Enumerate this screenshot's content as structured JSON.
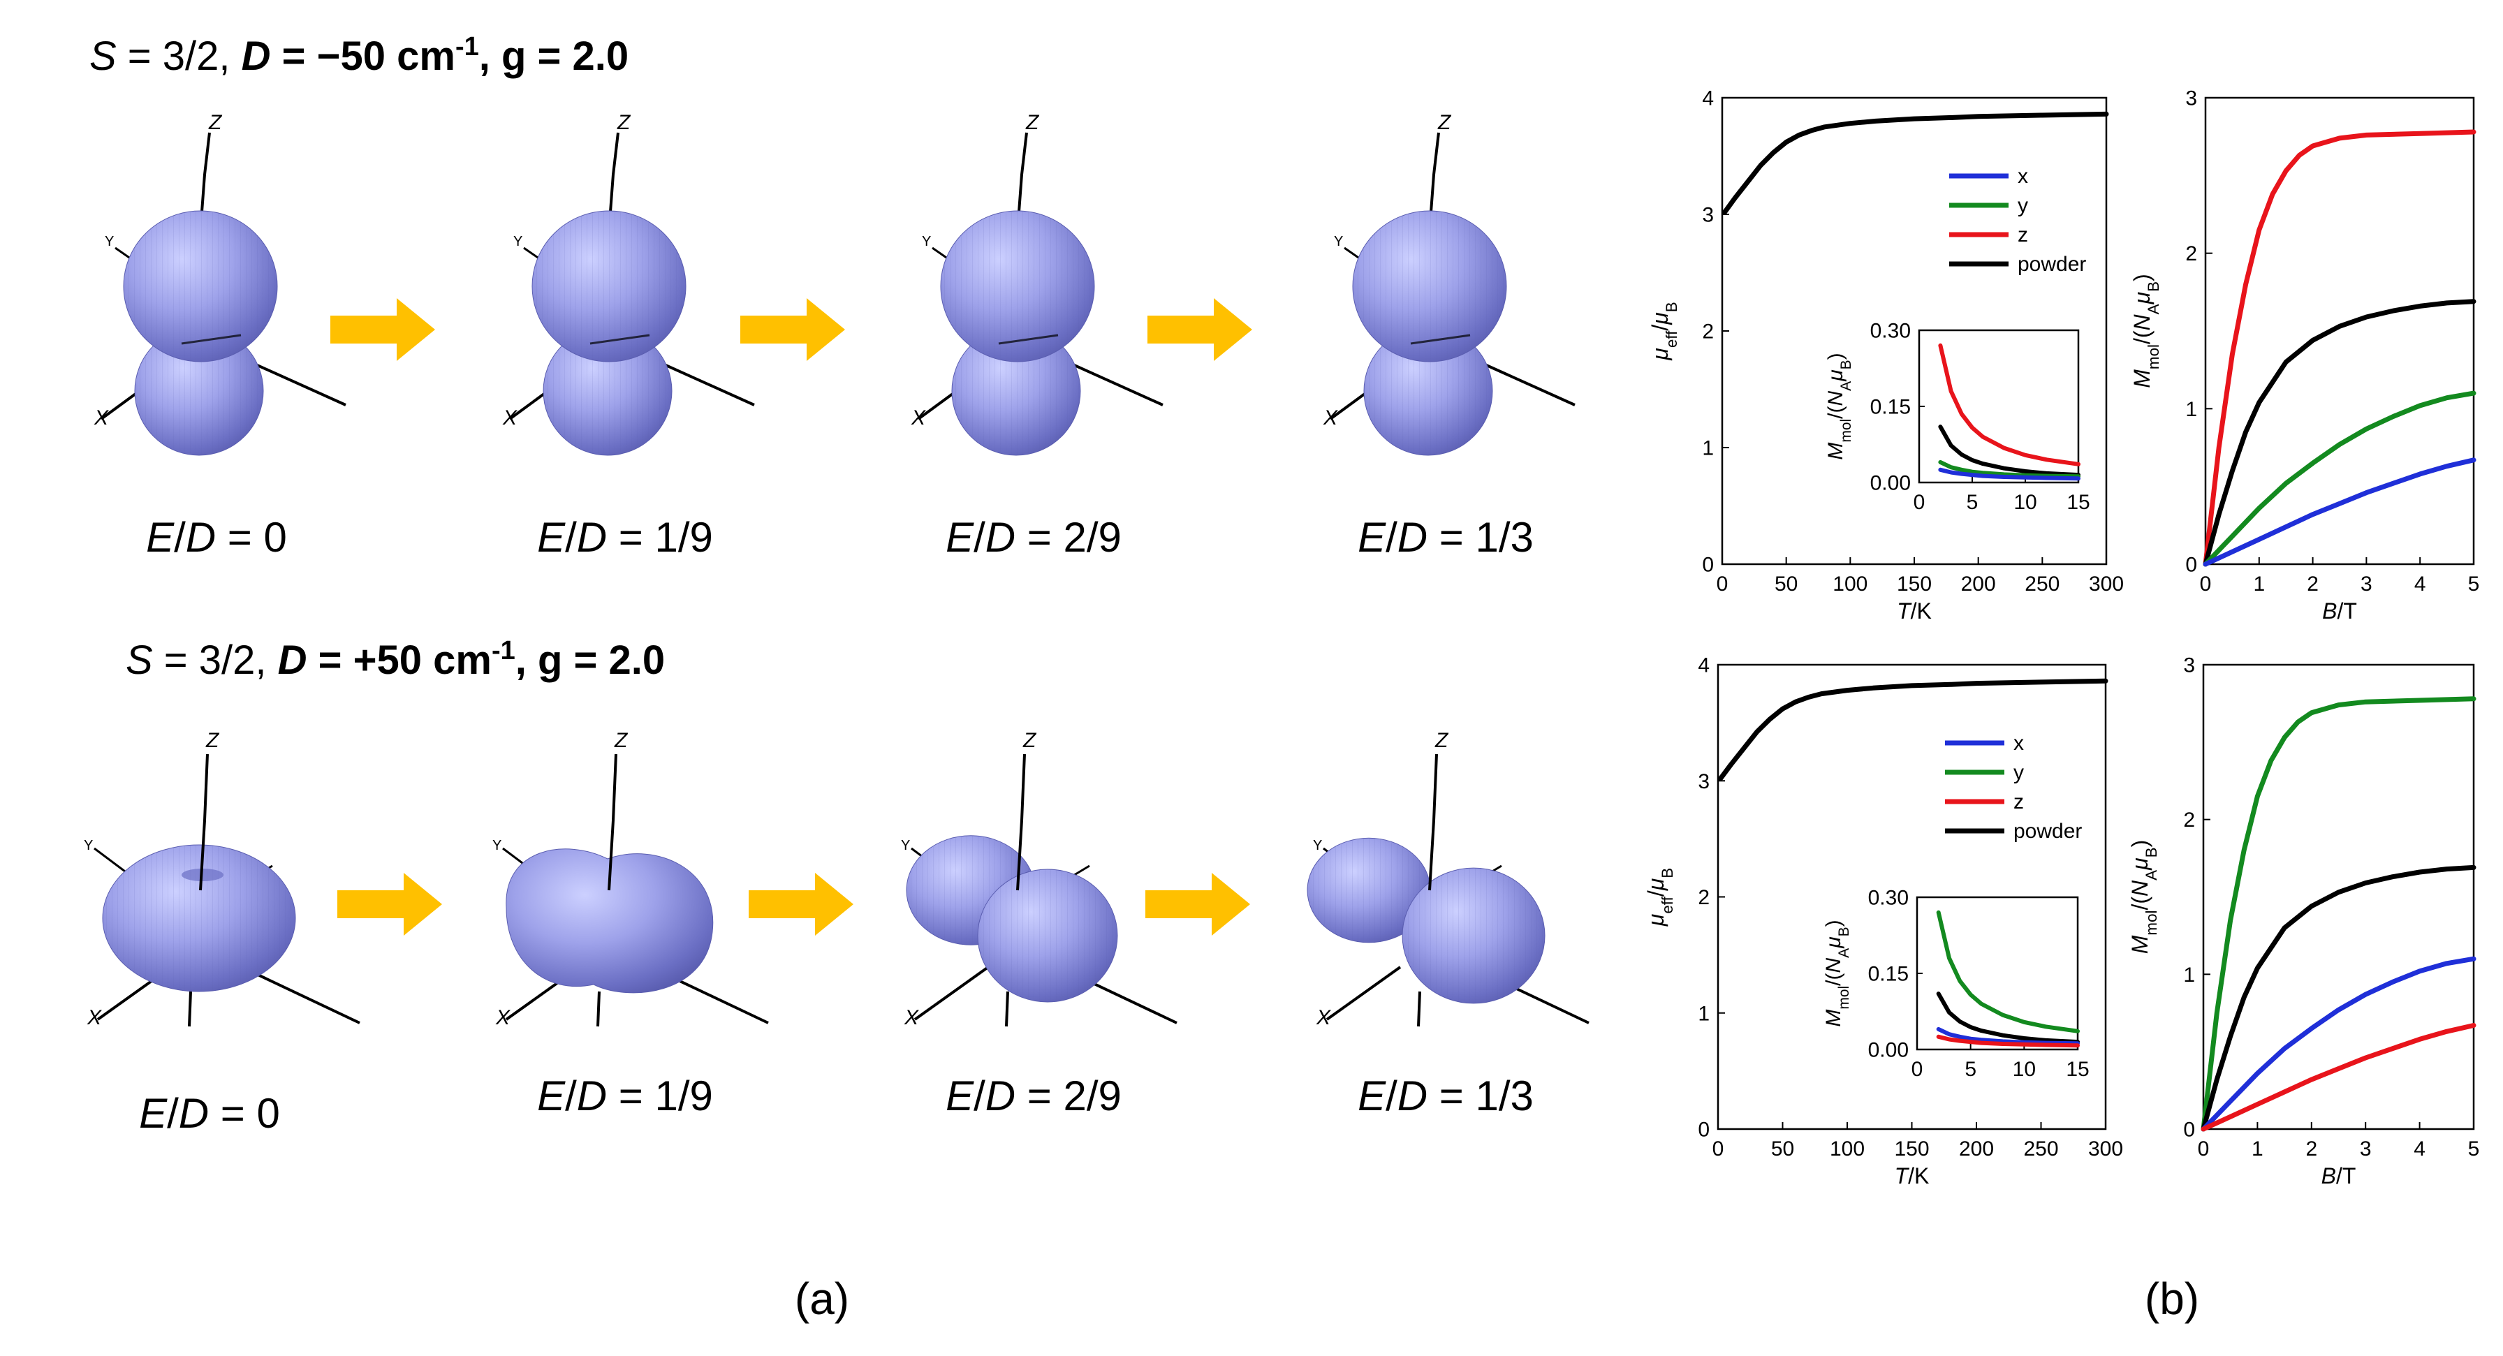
{
  "panel_a": {
    "rows": [
      {
        "S": "3/2",
        "D": "−50 cm",
        "D_sup": "-1",
        "g": "2.0",
        "shape": "prolate",
        "stages": [
          "E/D = 0",
          "E/D = 1/9",
          "E/D = 2/9",
          "E/D = 1/3"
        ],
        "stage_ratios": [
          0,
          0.1111,
          0.2222,
          0.3333
        ]
      },
      {
        "S": "3/2",
        "D": "+50 cm",
        "D_sup": "-1",
        "g": "2.0",
        "shape": "oblate",
        "stages": [
          "E/D = 0",
          "E/D = 1/9",
          "E/D = 2/9",
          "E/D = 1/3"
        ],
        "stage_ratios": [
          0,
          0.1111,
          0.2222,
          0.3333
        ]
      }
    ],
    "axis_labels": {
      "x": "X",
      "y": "Y",
      "z": "Z"
    },
    "label": "(a)",
    "colors": {
      "surface": "#8f93df",
      "arrow": "#ffc000",
      "axis": "#000000"
    }
  },
  "panel_b": {
    "label": "(b)",
    "colors": {
      "x": "#1f2fd8",
      "y": "#138a1f",
      "z": "#e8141b",
      "powder": "#000000"
    }
  },
  "chart_data": [
    {
      "id": "top-left-mueff",
      "type": "line",
      "xlabel": "T/K",
      "ylabel": "μeff/μB",
      "xlim": [
        0,
        300
      ],
      "ylim": [
        0,
        4
      ],
      "xticks": [
        0,
        50,
        100,
        150,
        200,
        250,
        300
      ],
      "yticks": [
        0,
        1,
        2,
        3,
        4
      ],
      "series": [
        {
          "name": "powder",
          "color": "#000000",
          "x": [
            2,
            10,
            20,
            30,
            40,
            50,
            60,
            70,
            80,
            100,
            120,
            150,
            180,
            200,
            250,
            300
          ],
          "y": [
            3.02,
            3.14,
            3.28,
            3.42,
            3.53,
            3.62,
            3.68,
            3.72,
            3.75,
            3.78,
            3.8,
            3.82,
            3.83,
            3.84,
            3.85,
            3.86
          ]
        }
      ],
      "legend": [
        "x",
        "y",
        "z",
        "powder"
      ],
      "legend_colors": [
        "#1f2fd8",
        "#138a1f",
        "#e8141b",
        "#000000"
      ],
      "inset": {
        "xlabel": "",
        "ylabel": "Mmol/(NAμB)",
        "xlim": [
          0,
          15
        ],
        "ylim": [
          0,
          0.3
        ],
        "xticks": [
          0,
          5,
          10,
          15
        ],
        "yticks": [
          "0.00",
          "0.15",
          "0.30"
        ],
        "series": [
          {
            "name": "z",
            "color": "#e8141b",
            "x": [
              2,
              3,
              4,
              5,
              6,
              8,
              10,
              12,
              15
            ],
            "y": [
              0.27,
              0.18,
              0.135,
              0.108,
              0.09,
              0.068,
              0.054,
              0.045,
              0.036
            ]
          },
          {
            "name": "powder",
            "color": "#000000",
            "x": [
              2,
              3,
              4,
              5,
              6,
              8,
              10,
              12,
              15
            ],
            "y": [
              0.11,
              0.073,
              0.055,
              0.044,
              0.037,
              0.028,
              0.022,
              0.018,
              0.015
            ]
          },
          {
            "name": "y",
            "color": "#138a1f",
            "x": [
              2,
              3,
              4,
              5,
              6,
              8,
              10,
              12,
              15
            ],
            "y": [
              0.04,
              0.03,
              0.025,
              0.021,
              0.019,
              0.016,
              0.014,
              0.013,
              0.012
            ]
          },
          {
            "name": "x",
            "color": "#1f2fd8",
            "x": [
              2,
              3,
              4,
              5,
              6,
              8,
              10,
              12,
              15
            ],
            "y": [
              0.025,
              0.02,
              0.017,
              0.015,
              0.013,
              0.011,
              0.01,
              0.009,
              0.008
            ]
          }
        ]
      }
    },
    {
      "id": "top-right-magnetization",
      "type": "line",
      "xlabel": "B/T",
      "ylabel": "Mmol/(NAμB)",
      "xlim": [
        0,
        5
      ],
      "ylim": [
        0,
        3
      ],
      "xticks": [
        0,
        1,
        2,
        3,
        4,
        5
      ],
      "yticks": [
        0,
        1,
        2,
        3
      ],
      "series": [
        {
          "name": "z",
          "color": "#e8141b",
          "x": [
            0,
            0.25,
            0.5,
            0.75,
            1,
            1.25,
            1.5,
            1.75,
            2,
            2.5,
            3,
            4,
            5
          ],
          "y": [
            0,
            0.75,
            1.35,
            1.8,
            2.15,
            2.38,
            2.53,
            2.63,
            2.69,
            2.74,
            2.76,
            2.77,
            2.78
          ]
        },
        {
          "name": "powder",
          "color": "#000000",
          "x": [
            0,
            0.25,
            0.5,
            0.75,
            1,
            1.5,
            2,
            2.5,
            3,
            3.5,
            4,
            4.5,
            5
          ],
          "y": [
            0,
            0.32,
            0.6,
            0.85,
            1.04,
            1.3,
            1.44,
            1.53,
            1.59,
            1.63,
            1.66,
            1.68,
            1.69
          ]
        },
        {
          "name": "y",
          "color": "#138a1f",
          "x": [
            0,
            0.5,
            1,
            1.5,
            2,
            2.5,
            3,
            3.5,
            4,
            4.5,
            5
          ],
          "y": [
            0,
            0.18,
            0.36,
            0.52,
            0.65,
            0.77,
            0.87,
            0.95,
            1.02,
            1.07,
            1.1
          ]
        },
        {
          "name": "x",
          "color": "#1f2fd8",
          "x": [
            0,
            0.5,
            1,
            1.5,
            2,
            2.5,
            3,
            3.5,
            4,
            4.5,
            5
          ],
          "y": [
            0,
            0.08,
            0.16,
            0.24,
            0.32,
            0.39,
            0.46,
            0.52,
            0.58,
            0.63,
            0.67
          ]
        }
      ]
    },
    {
      "id": "bottom-left-mueff",
      "type": "line",
      "xlabel": "T/K",
      "ylabel": "μeff/μB",
      "xlim": [
        0,
        300
      ],
      "ylim": [
        0,
        4
      ],
      "xticks": [
        0,
        50,
        100,
        150,
        200,
        250,
        300
      ],
      "yticks": [
        0,
        1,
        2,
        3,
        4
      ],
      "series": [
        {
          "name": "powder",
          "color": "#000000",
          "x": [
            2,
            10,
            20,
            30,
            40,
            50,
            60,
            70,
            80,
            100,
            120,
            150,
            180,
            200,
            250,
            300
          ],
          "y": [
            3.02,
            3.14,
            3.28,
            3.42,
            3.53,
            3.62,
            3.68,
            3.72,
            3.75,
            3.78,
            3.8,
            3.82,
            3.83,
            3.84,
            3.85,
            3.86
          ]
        }
      ],
      "legend": [
        "x",
        "y",
        "z",
        "powder"
      ],
      "legend_colors": [
        "#1f2fd8",
        "#138a1f",
        "#e8141b",
        "#000000"
      ],
      "inset": {
        "xlabel": "",
        "ylabel": "Mmol/(NAμB)",
        "xlim": [
          0,
          15
        ],
        "ylim": [
          0,
          0.3
        ],
        "xticks": [
          0,
          5,
          10,
          15
        ],
        "yticks": [
          "0.00",
          "0.15",
          "0.30"
        ],
        "series": [
          {
            "name": "y",
            "color": "#138a1f",
            "x": [
              2,
              3,
              4,
              5,
              6,
              8,
              10,
              12,
              15
            ],
            "y": [
              0.27,
              0.18,
              0.135,
              0.108,
              0.09,
              0.068,
              0.054,
              0.045,
              0.036
            ]
          },
          {
            "name": "powder",
            "color": "#000000",
            "x": [
              2,
              3,
              4,
              5,
              6,
              8,
              10,
              12,
              15
            ],
            "y": [
              0.11,
              0.073,
              0.055,
              0.044,
              0.037,
              0.028,
              0.022,
              0.018,
              0.015
            ]
          },
          {
            "name": "x",
            "color": "#1f2fd8",
            "x": [
              2,
              3,
              4,
              5,
              6,
              8,
              10,
              12,
              15
            ],
            "y": [
              0.04,
              0.03,
              0.025,
              0.021,
              0.019,
              0.016,
              0.014,
              0.013,
              0.012
            ]
          },
          {
            "name": "z",
            "color": "#e8141b",
            "x": [
              2,
              3,
              4,
              5,
              6,
              8,
              10,
              12,
              15
            ],
            "y": [
              0.025,
              0.02,
              0.017,
              0.015,
              0.013,
              0.011,
              0.01,
              0.009,
              0.008
            ]
          }
        ]
      }
    },
    {
      "id": "bottom-right-magnetization",
      "type": "line",
      "xlabel": "B/T",
      "ylabel": "Mmol/(NAμB)",
      "xlim": [
        0,
        5
      ],
      "ylim": [
        0,
        3
      ],
      "xticks": [
        0,
        1,
        2,
        3,
        4,
        5
      ],
      "yticks": [
        0,
        1,
        2,
        3
      ],
      "series": [
        {
          "name": "y",
          "color": "#138a1f",
          "x": [
            0,
            0.25,
            0.5,
            0.75,
            1,
            1.25,
            1.5,
            1.75,
            2,
            2.5,
            3,
            4,
            5
          ],
          "y": [
            0,
            0.75,
            1.35,
            1.8,
            2.15,
            2.38,
            2.53,
            2.63,
            2.69,
            2.74,
            2.76,
            2.77,
            2.78
          ]
        },
        {
          "name": "powder",
          "color": "#000000",
          "x": [
            0,
            0.25,
            0.5,
            0.75,
            1,
            1.5,
            2,
            2.5,
            3,
            3.5,
            4,
            4.5,
            5
          ],
          "y": [
            0,
            0.32,
            0.6,
            0.85,
            1.04,
            1.3,
            1.44,
            1.53,
            1.59,
            1.63,
            1.66,
            1.68,
            1.69
          ]
        },
        {
          "name": "x",
          "color": "#1f2fd8",
          "x": [
            0,
            0.5,
            1,
            1.5,
            2,
            2.5,
            3,
            3.5,
            4,
            4.5,
            5
          ],
          "y": [
            0,
            0.18,
            0.36,
            0.52,
            0.65,
            0.77,
            0.87,
            0.95,
            1.02,
            1.07,
            1.1
          ]
        },
        {
          "name": "z",
          "color": "#e8141b",
          "x": [
            0,
            0.5,
            1,
            1.5,
            2,
            2.5,
            3,
            3.5,
            4,
            4.5,
            5
          ],
          "y": [
            0,
            0.08,
            0.16,
            0.24,
            0.32,
            0.39,
            0.46,
            0.52,
            0.58,
            0.63,
            0.67
          ]
        }
      ]
    }
  ]
}
